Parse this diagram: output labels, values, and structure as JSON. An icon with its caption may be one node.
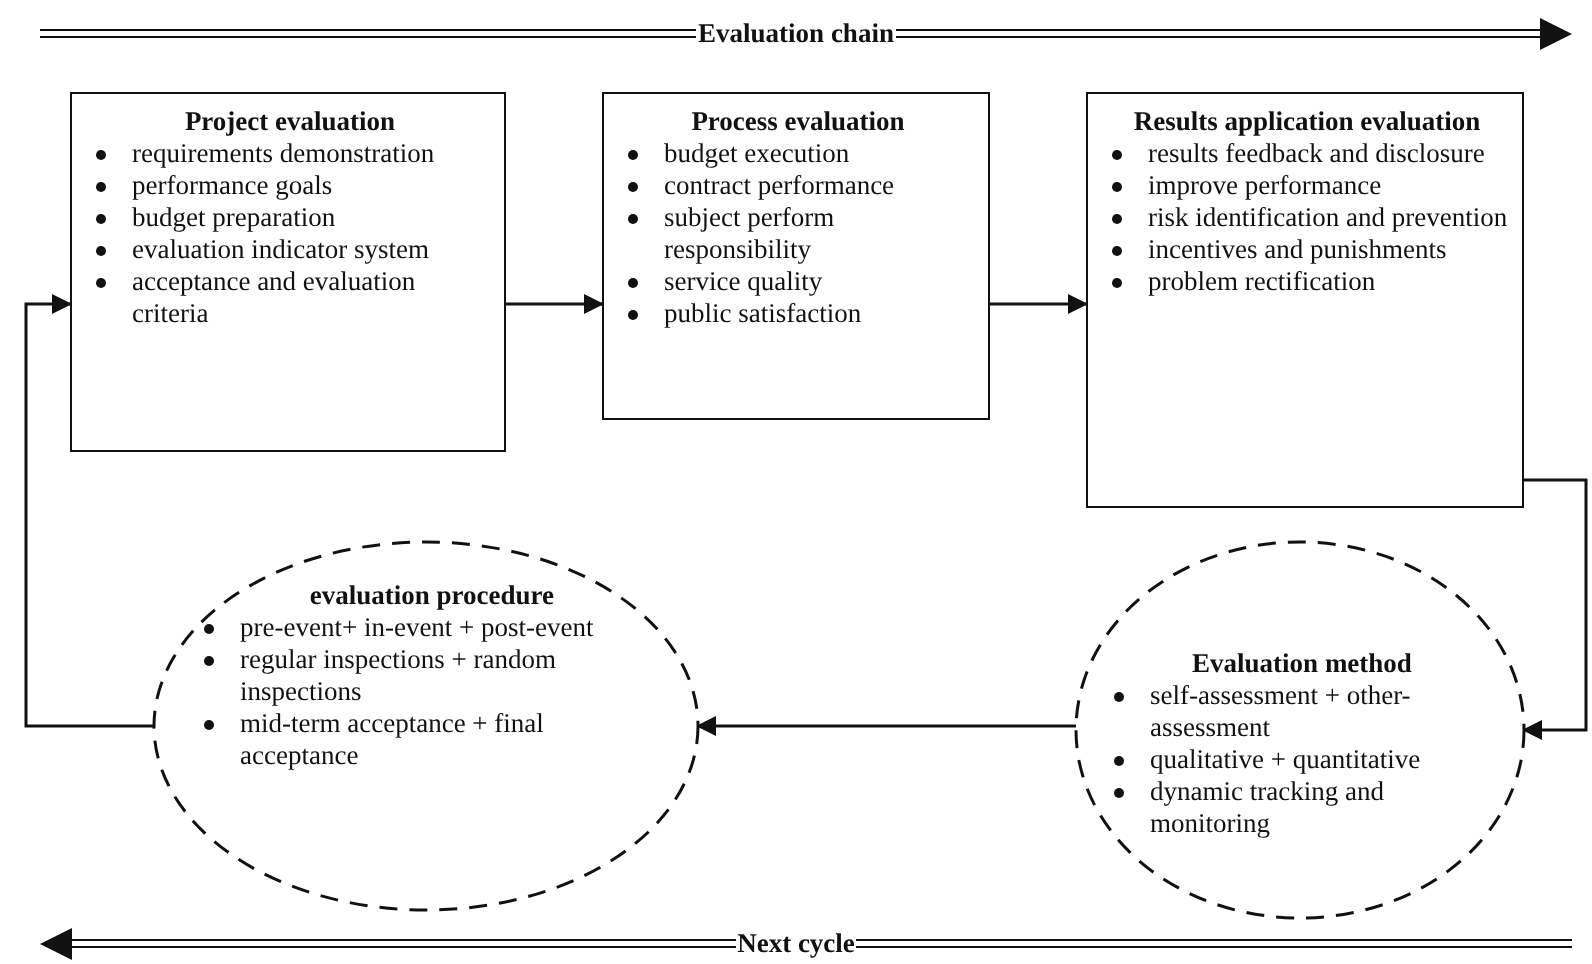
{
  "diagram": {
    "nodes": [
      {
        "text": [
          "Project evaluation",
          "requirements demonstration",
          "performance goals",
          "budget preparation",
          "evaluation indicator system",
          "acceptance and evaluation criteria"
        ]
      },
      {
        "text": [
          "Process evaluation",
          "budget execution",
          "contract performance",
          "subject perform responsibility",
          "service quality",
          "public satisfaction"
        ]
      },
      {
        "text": [
          "Results application evaluation",
          "results feedback and disclosure",
          "improve performance",
          "risk identification and prevention",
          "incentives and punishments",
          "problem rectification"
        ]
      },
      {
        "text": [
          "Evaluation method",
          "self-assessment + other-assessment",
          "qualitative + quantitative",
          "dynamic tracking and monitoring"
        ]
      },
      {
        "text": [
          "evaluation procedure",
          "pre-event+ in-event + post-event",
          "regular inspections + random inspections",
          "mid-term acceptance + final acceptance"
        ]
      }
    ],
    "edges": [
      {
        "from": 0,
        "to": 1,
        "arrow": "to"
      },
      {
        "from": 1,
        "to": 2,
        "arrow": "to"
      },
      {
        "from": 2,
        "to": 3,
        "arrow": "to"
      },
      {
        "from": 3,
        "to": 4,
        "arrow": "to"
      },
      {
        "from": 4,
        "to": 0,
        "arrow": "to"
      }
    ],
    "labels": [
      "Evaluation chain",
      "Next cycle"
    ]
  }
}
